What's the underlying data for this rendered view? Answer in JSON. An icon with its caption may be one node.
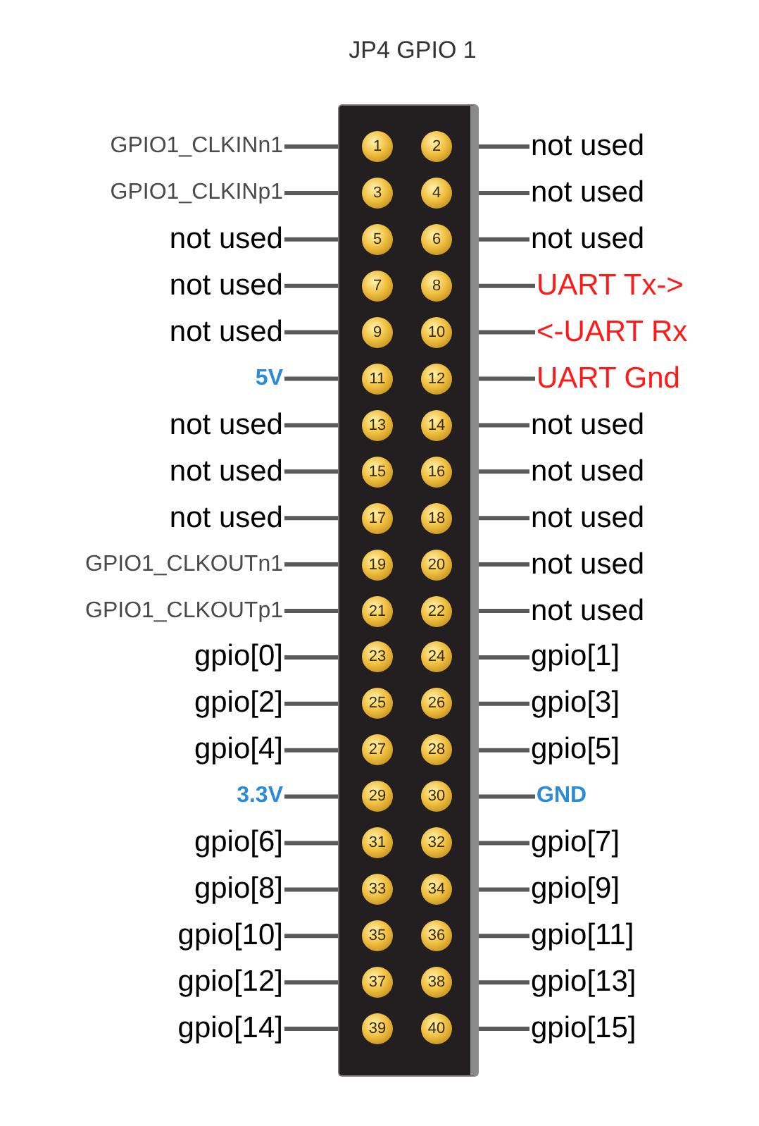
{
  "diagram": {
    "nodes": [
      {
        "text": [
          "JP4 GPIO 1"
        ]
      },
      {
        "text": [
          "1"
        ],
        "in": 0
      },
      {
        "text": [
          "2"
        ],
        "in": 0
      },
      {
        "text": [
          "3"
        ],
        "in": 0
      },
      {
        "text": [
          "4"
        ],
        "in": 0
      },
      {
        "text": [
          "5"
        ],
        "in": 0
      },
      {
        "text": [
          "6"
        ],
        "in": 0
      },
      {
        "text": [
          "7"
        ],
        "in": 0
      },
      {
        "text": [
          "8"
        ],
        "in": 0
      },
      {
        "text": [
          "9"
        ],
        "in": 0
      },
      {
        "text": [
          "10"
        ],
        "in": 0
      },
      {
        "text": [
          "11"
        ],
        "in": 0
      },
      {
        "text": [
          "12"
        ],
        "in": 0
      },
      {
        "text": [
          "13"
        ],
        "in": 0
      },
      {
        "text": [
          "14"
        ],
        "in": 0
      },
      {
        "text": [
          "15"
        ],
        "in": 0
      },
      {
        "text": [
          "16"
        ],
        "in": 0
      },
      {
        "text": [
          "17"
        ],
        "in": 0
      },
      {
        "text": [
          "18"
        ],
        "in": 0
      },
      {
        "text": [
          "19"
        ],
        "in": 0
      },
      {
        "text": [
          "20"
        ],
        "in": 0
      },
      {
        "text": [
          "21"
        ],
        "in": 0
      },
      {
        "text": [
          "22"
        ],
        "in": 0
      },
      {
        "text": [
          "23"
        ],
        "in": 0
      },
      {
        "text": [
          "24"
        ],
        "in": 0
      },
      {
        "text": [
          "25"
        ],
        "in": 0
      },
      {
        "text": [
          "26"
        ],
        "in": 0
      },
      {
        "text": [
          "27"
        ],
        "in": 0
      },
      {
        "text": [
          "28"
        ],
        "in": 0
      },
      {
        "text": [
          "29"
        ],
        "in": 0
      },
      {
        "text": [
          "30"
        ],
        "in": 0
      },
      {
        "text": [
          "31"
        ],
        "in": 0
      },
      {
        "text": [
          "32"
        ],
        "in": 0
      },
      {
        "text": [
          "33"
        ],
        "in": 0
      },
      {
        "text": [
          "34"
        ],
        "in": 0
      },
      {
        "text": [
          "35"
        ],
        "in": 0
      },
      {
        "text": [
          "36"
        ],
        "in": 0
      },
      {
        "text": [
          "37"
        ],
        "in": 0
      },
      {
        "text": [
          "38"
        ],
        "in": 0
      },
      {
        "text": [
          "39"
        ],
        "in": 0
      },
      {
        "text": [
          "40"
        ],
        "in": 0
      },
      {
        "text": [
          "GPIO1_CLKINn1"
        ]
      },
      {
        "text": [
          "not used"
        ]
      },
      {
        "text": [
          "GPIO1_CLKINp1"
        ]
      },
      {
        "text": [
          "not used"
        ]
      },
      {
        "text": [
          "not used"
        ]
      },
      {
        "text": [
          "not used"
        ]
      },
      {
        "text": [
          "not used"
        ]
      },
      {
        "text": [
          "UART Tx->"
        ]
      },
      {
        "text": [
          "not used"
        ]
      },
      {
        "text": [
          "<-UART Rx"
        ]
      },
      {
        "text": [
          "5V"
        ]
      },
      {
        "text": [
          "UART Gnd"
        ]
      },
      {
        "text": [
          "not used"
        ]
      },
      {
        "text": [
          "not used"
        ]
      },
      {
        "text": [
          "not used"
        ]
      },
      {
        "text": [
          "not used"
        ]
      },
      {
        "text": [
          "not used"
        ]
      },
      {
        "text": [
          "not used"
        ]
      },
      {
        "text": [
          "GPIO1_CLKOUTn1"
        ]
      },
      {
        "text": [
          "not used"
        ]
      },
      {
        "text": [
          "GPIO1_CLKOUTp1"
        ]
      },
      {
        "text": [
          "not used"
        ]
      },
      {
        "text": [
          "gpio[0]"
        ]
      },
      {
        "text": [
          "gpio[1]"
        ]
      },
      {
        "text": [
          "gpio[2]"
        ]
      },
      {
        "text": [
          "gpio[3]"
        ]
      },
      {
        "text": [
          "gpio[4]"
        ]
      },
      {
        "text": [
          "gpio[5]"
        ]
      },
      {
        "text": [
          "3.3V"
        ]
      },
      {
        "text": [
          "GND"
        ]
      },
      {
        "text": [
          "gpio[6]"
        ]
      },
      {
        "text": [
          "gpio[7]"
        ]
      },
      {
        "text": [
          "gpio[8]"
        ]
      },
      {
        "text": [
          "gpio[9]"
        ]
      },
      {
        "text": [
          "gpio[10]"
        ]
      },
      {
        "text": [
          "gpio[11]"
        ]
      },
      {
        "text": [
          "gpio[12]"
        ]
      },
      {
        "text": [
          "gpio[13]"
        ]
      },
      {
        "text": [
          "gpio[14]"
        ]
      },
      {
        "text": [
          "gpio[15]"
        ]
      }
    ],
    "edges": [
      {
        "from": 41,
        "to": 1,
        "arrow": "none"
      },
      {
        "from": 42,
        "to": 2,
        "arrow": "none"
      },
      {
        "from": 43,
        "to": 3,
        "arrow": "none"
      },
      {
        "from": 44,
        "to": 4,
        "arrow": "none"
      },
      {
        "from": 45,
        "to": 5,
        "arrow": "none"
      },
      {
        "from": 46,
        "to": 6,
        "arrow": "none"
      },
      {
        "from": 47,
        "to": 7,
        "arrow": "none"
      },
      {
        "from": 48,
        "to": 8,
        "arrow": "none"
      },
      {
        "from": 49,
        "to": 9,
        "arrow": "none"
      },
      {
        "from": 50,
        "to": 10,
        "arrow": "none"
      },
      {
        "from": 51,
        "to": 11,
        "arrow": "none"
      },
      {
        "from": 52,
        "to": 12,
        "arrow": "none"
      },
      {
        "from": 53,
        "to": 13,
        "arrow": "none"
      },
      {
        "from": 54,
        "to": 14,
        "arrow": "none"
      },
      {
        "from": 55,
        "to": 15,
        "arrow": "none"
      },
      {
        "from": 56,
        "to": 16,
        "arrow": "none"
      },
      {
        "from": 57,
        "to": 17,
        "arrow": "none"
      },
      {
        "from": 58,
        "to": 18,
        "arrow": "none"
      },
      {
        "from": 59,
        "to": 19,
        "arrow": "none"
      },
      {
        "from": 60,
        "to": 20,
        "arrow": "none"
      },
      {
        "from": 61,
        "to": 21,
        "arrow": "none"
      },
      {
        "from": 62,
        "to": 22,
        "arrow": "none"
      },
      {
        "from": 63,
        "to": 23,
        "arrow": "none"
      },
      {
        "from": 64,
        "to": 24,
        "arrow": "none"
      },
      {
        "from": 65,
        "to": 25,
        "arrow": "none"
      },
      {
        "from": 66,
        "to": 26,
        "arrow": "none"
      },
      {
        "from": 67,
        "to": 27,
        "arrow": "none"
      },
      {
        "from": 68,
        "to": 28,
        "arrow": "none"
      },
      {
        "from": 69,
        "to": 29,
        "arrow": "none"
      },
      {
        "from": 70,
        "to": 30,
        "arrow": "none"
      },
      {
        "from": 71,
        "to": 31,
        "arrow": "none"
      },
      {
        "from": 72,
        "to": 32,
        "arrow": "none"
      },
      {
        "from": 73,
        "to": 33,
        "arrow": "none"
      },
      {
        "from": 74,
        "to": 34,
        "arrow": "none"
      },
      {
        "from": 75,
        "to": 35,
        "arrow": "none"
      },
      {
        "from": 76,
        "to": 36,
        "arrow": "none"
      },
      {
        "from": 77,
        "to": 37,
        "arrow": "none"
      },
      {
        "from": 78,
        "to": 38,
        "arrow": "none"
      },
      {
        "from": 79,
        "to": 39,
        "arrow": "none"
      },
      {
        "from": 80,
        "to": 40,
        "arrow": "none"
      }
    ]
  }
}
